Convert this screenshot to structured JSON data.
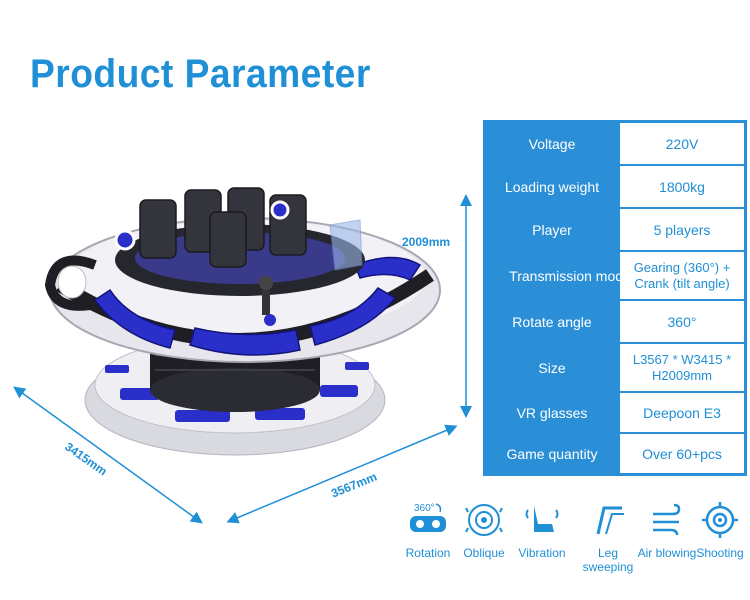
{
  "title": "Product Parameter",
  "dimensions": {
    "height": "2009mm",
    "width": "3415mm",
    "length": "3567mm"
  },
  "parameters": [
    {
      "key": "Voltage",
      "value": "220V"
    },
    {
      "key": "Loading weight",
      "value": "1800kg"
    },
    {
      "key": "Player",
      "value": "5 players"
    },
    {
      "key": "Transmission mode",
      "value": "Gearing (360°) + Crank (tilt angle)"
    },
    {
      "key": "Rotate angle",
      "value": "360°"
    },
    {
      "key": "Size",
      "value": "L3567 * W3415 * H2009mm"
    },
    {
      "key": "VR glasses",
      "value": "Deepoon E3"
    },
    {
      "key": "Game quantity",
      "value": "Over 60+pcs"
    }
  ],
  "features": [
    {
      "label": "Rotation",
      "icon": "vr-rotation-icon",
      "badge": "360°"
    },
    {
      "label": "Oblique",
      "icon": "oblique-icon"
    },
    {
      "label": "Vibration",
      "icon": "vibration-icon"
    },
    {
      "label": "Leg sweeping",
      "icon": "leg-sweeping-icon"
    },
    {
      "label": "Air blowing",
      "icon": "air-blowing-icon"
    },
    {
      "label": "Shooting",
      "icon": "shooting-icon"
    }
  ],
  "colors": {
    "accent": "#1f8fd6",
    "machine_blue": "#2a2fc9",
    "machine_white": "#e8e8ee",
    "machine_dark": "#1e1e24"
  }
}
